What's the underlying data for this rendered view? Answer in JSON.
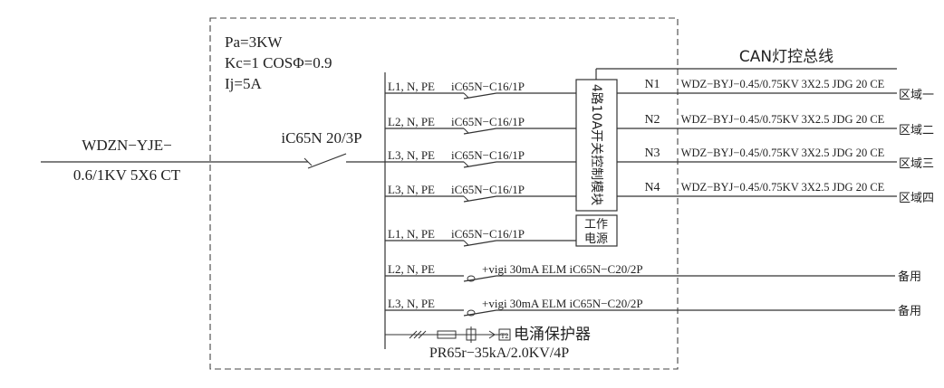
{
  "params": [
    "Pa=3KW",
    "Kc=1 COSΦ=0.9",
    "Ij=5A"
  ],
  "incoming": {
    "cable_line1": "WDZN−YJE−",
    "cable_line2": "0.6/1KV 5X6 CT",
    "main_breaker": "iC65N 20/3P"
  },
  "bus_label": "CAN灯控总线",
  "module_label": "4路10A开关控制模块",
  "power_box": [
    "工作",
    "电源"
  ],
  "branches": [
    {
      "phase": "L1, N, PE",
      "breaker": "iC65N−C16/1P",
      "circuit": "N1",
      "cable": "WDZ−BYJ−0.45/0.75KV 3X2.5 JDG 20 CE",
      "dest": "区域一"
    },
    {
      "phase": "L2, N, PE",
      "breaker": "iC65N−C16/1P",
      "circuit": "N2",
      "cable": "WDZ−BYJ−0.45/0.75KV 3X2.5 JDG 20 CE",
      "dest": "区域二"
    },
    {
      "phase": "L3, N, PE",
      "breaker": "iC65N−C16/1P",
      "circuit": "N3",
      "cable": "WDZ−BYJ−0.45/0.75KV 3X2.5 JDG 20 CE",
      "dest": "区域三"
    },
    {
      "phase": "L3, N, PE",
      "breaker": "iC65N−C16/1P",
      "circuit": "N4",
      "cable": "WDZ−BYJ−0.45/0.75KV 3X2.5 JDG 20 CE",
      "dest": "区域四"
    },
    {
      "phase": "L1, N, PE",
      "breaker": "iC65N−C16/1P",
      "circuit": "",
      "cable": "",
      "dest": ""
    },
    {
      "phase": "L2, N, PE",
      "breaker": "+vigi 30mA ELM iC65N−C20/2P",
      "circuit": "",
      "cable": "",
      "dest": "备用"
    },
    {
      "phase": "L3, N, PE",
      "breaker": "+vigi 30mA ELM iC65N−C20/2P",
      "circuit": "",
      "cable": "",
      "dest": "备用"
    }
  ],
  "spd": {
    "t2_tag": "T2",
    "label": "电涌保护器",
    "model": "PR65r−35kA/2.0KV/4P"
  }
}
